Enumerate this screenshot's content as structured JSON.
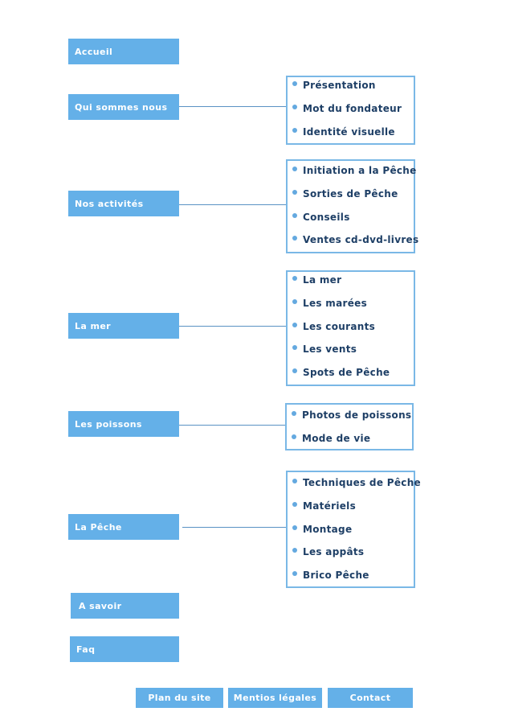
{
  "nav": {
    "accueil": "Accueil",
    "qui": "Qui sommes nous",
    "activites": "Nos activités",
    "mer": "La mer",
    "poissons": "Les poissons",
    "peche": "La Pêche",
    "savoir": "A savoir",
    "faq": "Faq"
  },
  "submenus": {
    "qui": [
      "Présentation",
      "Mot du fondateur",
      "Identité visuelle"
    ],
    "activites": [
      "Initiation a la Pêche",
      "Sorties de Pêche",
      "Conseils",
      "Ventes cd-dvd-livres"
    ],
    "mer": [
      "La mer",
      "Les marées",
      "Les courants",
      "Les vents",
      "Spots de Pêche"
    ],
    "poissons": [
      "Photos de poissons",
      "Mode de vie"
    ],
    "peche": [
      "Techniques de Pêche",
      "Matériels",
      "Montage",
      "Les appâts",
      "Brico Pêche"
    ]
  },
  "footer": {
    "plan": "Plan du site",
    "mentions": "Mentios légales",
    "contact": "Contact"
  },
  "colors": {
    "button_bg": "#64b0e8",
    "submenu_border": "#7ab8e6",
    "submenu_text": "#1e3f66"
  }
}
